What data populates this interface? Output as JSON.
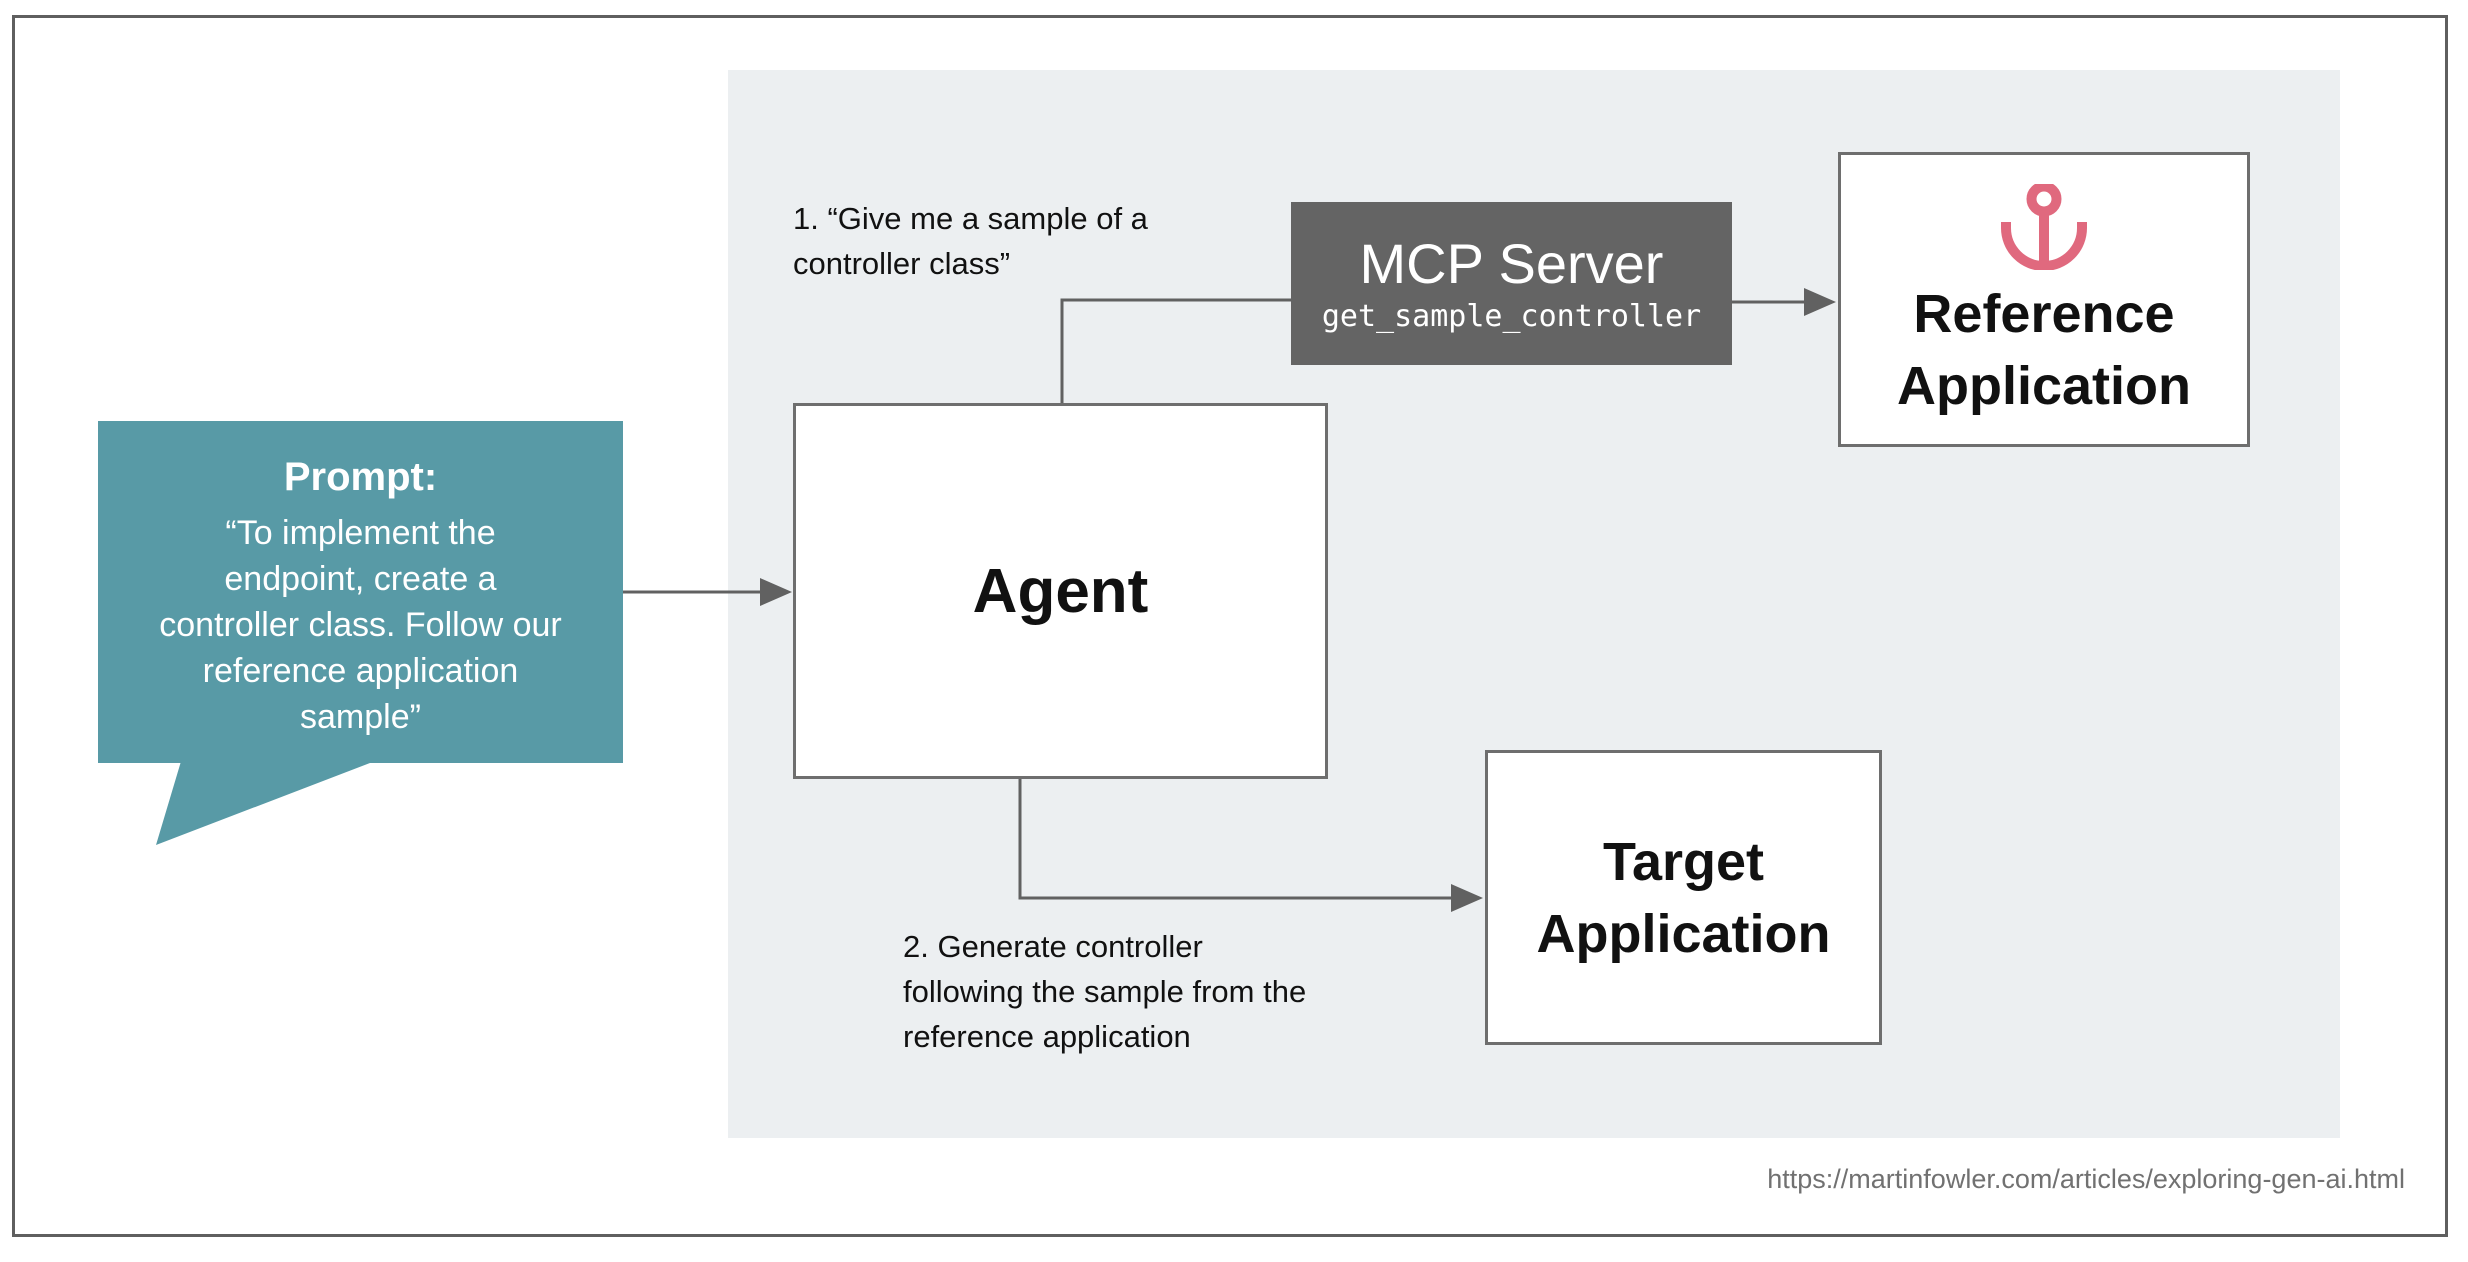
{
  "page": {
    "source_url": "https://martinfowler.com/articles/exploring-gen-ai.html"
  },
  "prompt_bubble": {
    "title": "Prompt:",
    "body": "“To implement the\nendpoint, create a\ncontroller class. Follow our\nreference application\nsample”"
  },
  "nodes": {
    "agent": {
      "label": "Agent"
    },
    "mcp_server": {
      "title": "MCP Server",
      "tool_name": "get_sample_controller"
    },
    "reference_app": {
      "label": "Reference\nApplication",
      "icon": "anchor-icon"
    },
    "target_app": {
      "label": "Target\nApplication"
    }
  },
  "annotations": {
    "step1": "1. “Give me a sample of a\ncontroller class”",
    "step2": "2. Generate controller\nfollowing the sample from the\nreference application"
  },
  "colors": {
    "bubble-teal": "#589AA6",
    "panel-gray": "#ECEFF1",
    "mcp-gray": "#646464",
    "anchor-pink": "#E0697E",
    "line-gray": "#616161",
    "border-gray": "#6E6E6E",
    "frame-gray": "#5F5F5F",
    "url-gray": "#717171",
    "text-black": "#111111"
  }
}
